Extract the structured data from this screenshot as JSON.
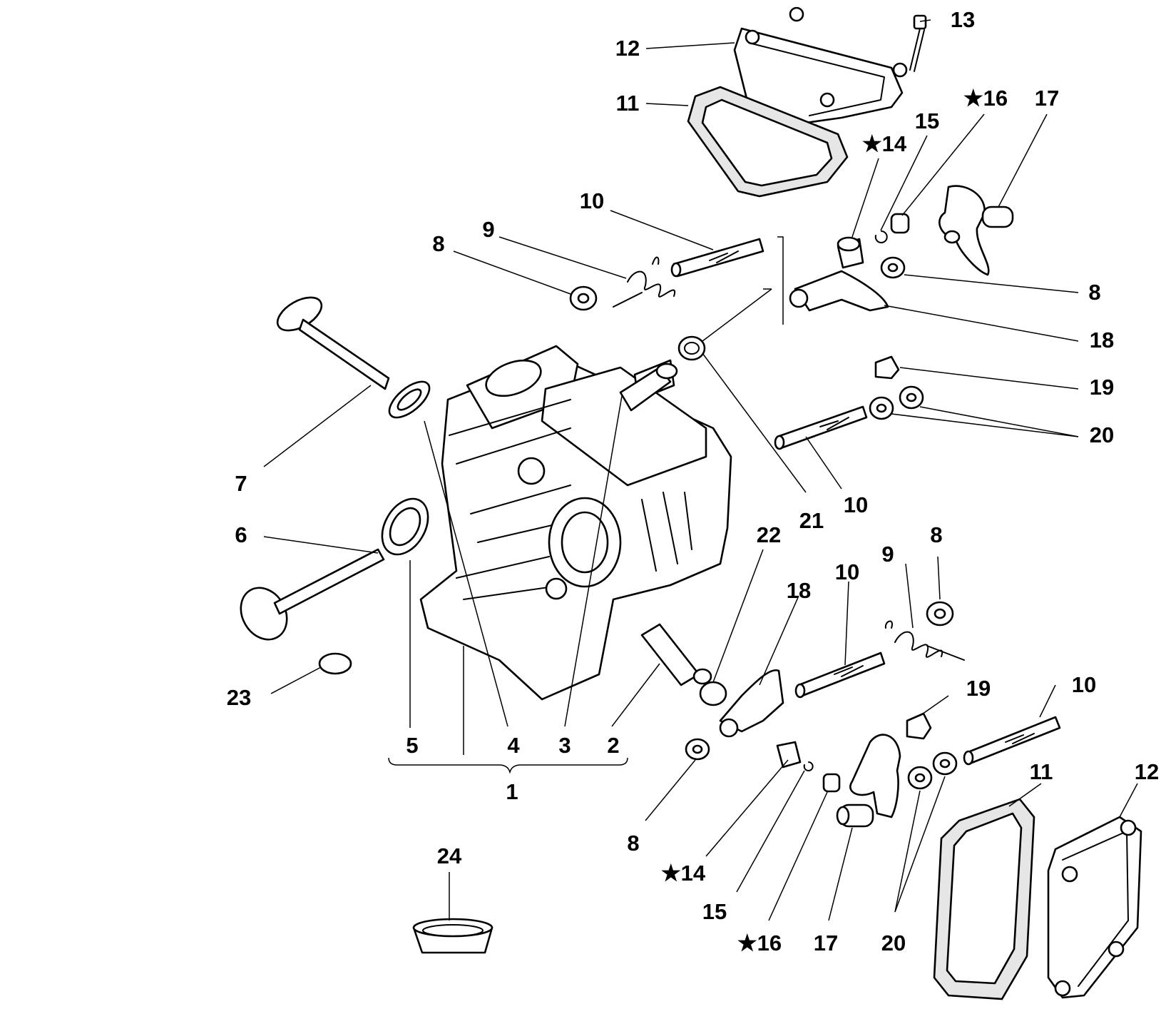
{
  "diagram": {
    "callouts": [
      "13",
      "12",
      "11",
      "★16",
      "17",
      "15",
      "★14",
      "10",
      "9",
      "8",
      "8",
      "18",
      "19",
      "20",
      "7",
      "10",
      "21",
      "22",
      "6",
      "8",
      "9",
      "10",
      "18",
      "19",
      "10",
      "23",
      "5",
      "4",
      "3",
      "2",
      "1",
      "11",
      "12",
      "8",
      "★14",
      "15",
      "★16",
      "17",
      "20",
      "24"
    ]
  }
}
